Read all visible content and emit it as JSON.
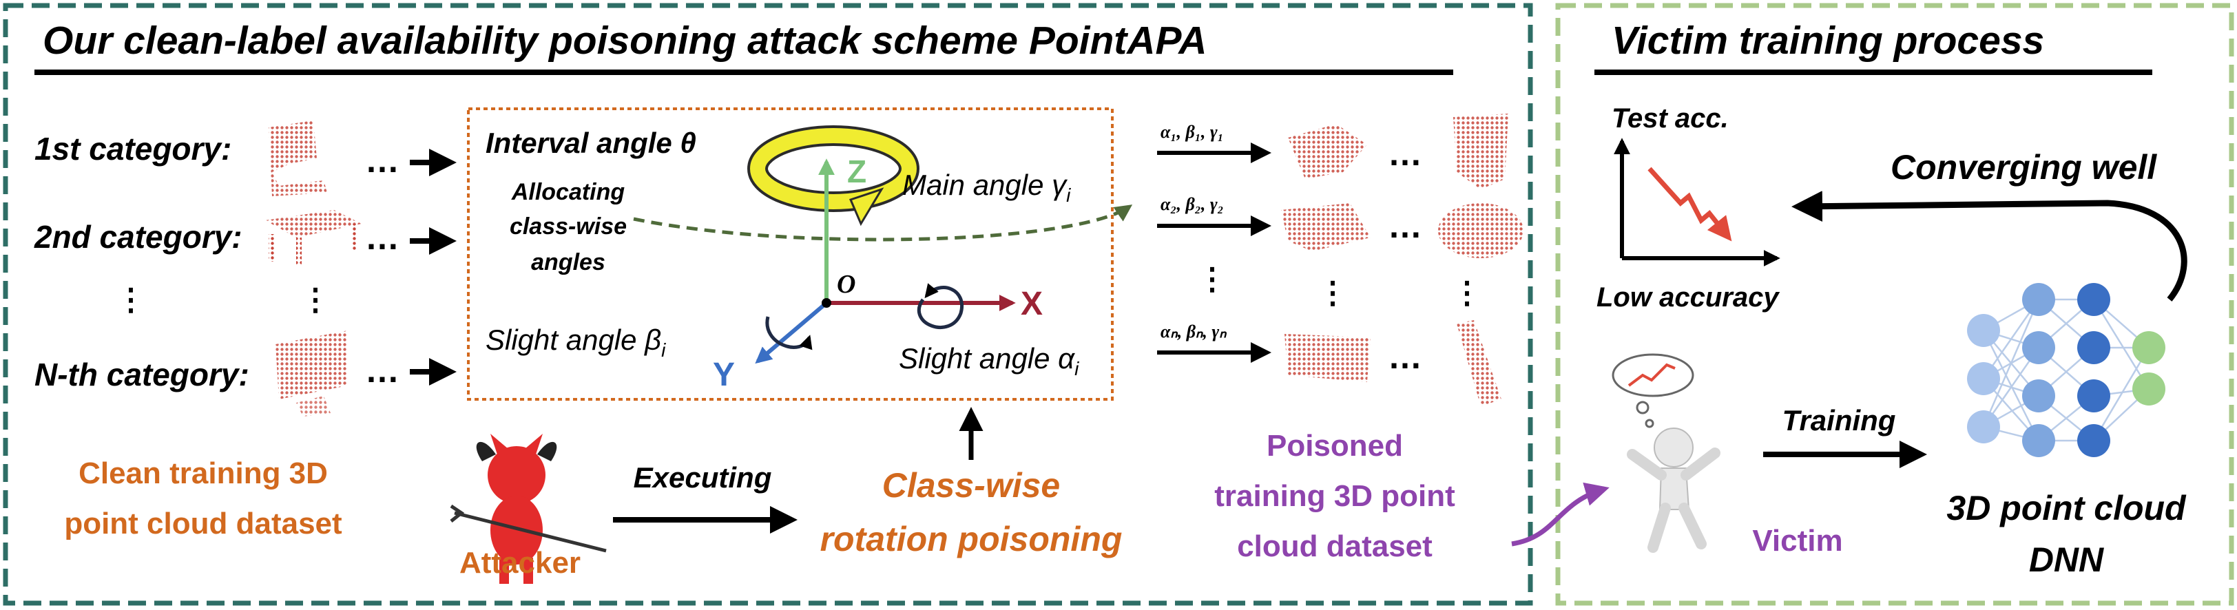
{
  "left_panel": {
    "title": "Our clean-label availability poisoning attack scheme PointAPA",
    "categories": [
      "1st category:",
      "2nd category:",
      "N-th category:"
    ],
    "ellipsis": "…",
    "clean_dataset_label": [
      "Clean training 3D",
      "point cloud dataset"
    ],
    "attacker_label": "Attacker",
    "executing_label": "Executing",
    "class_wise_label": [
      "Class-wise",
      "rotation poisoning"
    ],
    "poisoned_dataset_label": [
      "Poisoned",
      "training 3D point",
      "cloud dataset"
    ]
  },
  "rotation_box": {
    "interval_angle": "Interval angle θ",
    "allocating": [
      "Allocating",
      "class-wise",
      "angles"
    ],
    "main_angle": "Main angle γ",
    "main_angle_sub": "i",
    "slight_beta": "Slight angle β",
    "slight_beta_sub": "i",
    "slight_alpha": "Slight angle α",
    "slight_alpha_sub": "i",
    "axis_z": "Z",
    "axis_x": "X",
    "axis_y": "Y",
    "origin": "O"
  },
  "angle_labels": [
    "α₁, β₁, γ₁",
    "α₂, β₂, γ₂",
    "αₙ, βₙ, γₙ"
  ],
  "right_panel": {
    "title": "Victim training process",
    "test_acc": "Test acc.",
    "low_accuracy": "Low accuracy",
    "converging": "Converging well",
    "training": "Training",
    "victim": "Victim",
    "dnn_label": [
      "3D point cloud",
      "DNN"
    ]
  },
  "colors": {
    "left_border": "#2e6e66",
    "right_border": "#a9c98a",
    "orange": "#d2691e",
    "purple": "#8e44ad",
    "axis_z": "#7ac27a",
    "axis_x": "#9b2335",
    "axis_y": "#3a6fc4",
    "yellow_arrow": "#f0ec30",
    "red_chart": "#e04a3a",
    "dashed_green": "#4f6b3a"
  }
}
